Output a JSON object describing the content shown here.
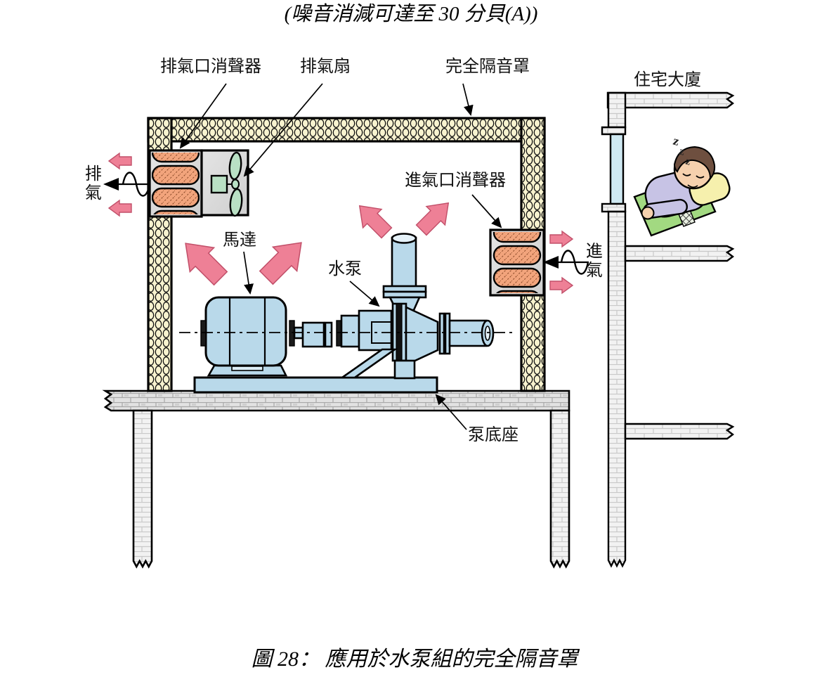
{
  "title": "(噪音消減可達至 30 分貝(A))",
  "caption": "圖 28：  應用於水泵組的完全隔音罩",
  "labels": {
    "exhaust_outlet_silencer": "排氣口消聲器",
    "exhaust_fan": "排氣扇",
    "full_acoustic_enclosure": "完全隔音罩",
    "residential_building": "住宅大廈",
    "air_inlet_silencer": "進氣口消聲器",
    "motor": "馬達",
    "water_pump": "水泵",
    "exhaust_air": "排氣",
    "intake_air": "進氣",
    "pump_base": "泵底座",
    "sleep_z": "z"
  },
  "colors": {
    "noise_arrow_pink": "#ee8096",
    "noise_arrow_edge": "#c2506a",
    "insulation_cream": "#f8f3cf",
    "silencer_baffle_orange": "#f2a47c",
    "machine_blue": "#b9d9ea",
    "fan_green": "#b9e0c4",
    "window_blue": "#cfe9f2",
    "leader_black": "#000000"
  }
}
